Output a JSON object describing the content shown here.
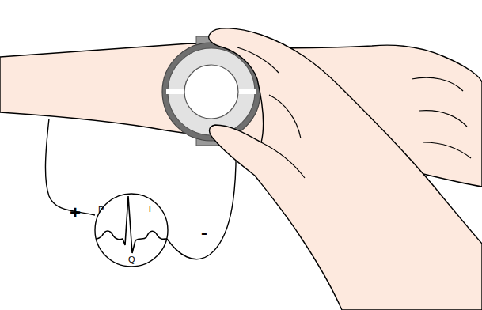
{
  "diagram": {
    "nodes": [
      {
        "text": [
          "P",
          "T",
          "Q"
        ]
      }
    ],
    "labels": [
      "+",
      "-"
    ]
  }
}
